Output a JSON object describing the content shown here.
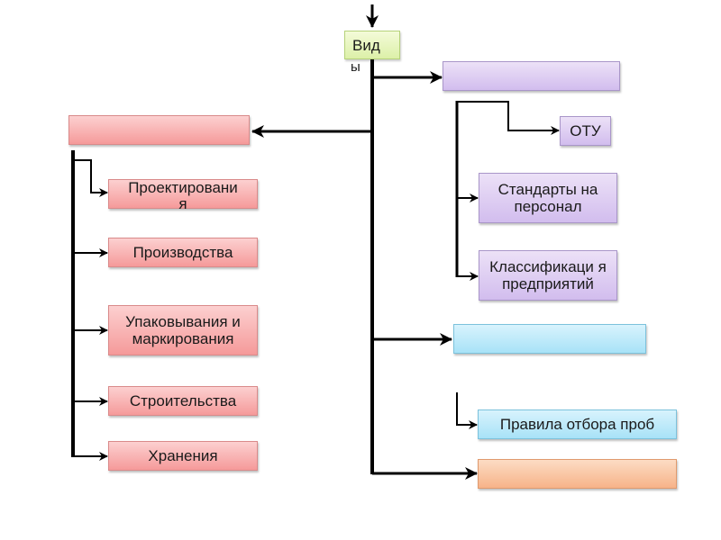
{
  "root": {
    "label_part1": "Вид",
    "label_part2": "ы"
  },
  "branches": {
    "left_header": {
      "label": "",
      "color": "#f5a3a3"
    },
    "left_items": [
      {
        "label_line1": "Проектировани",
        "label_line2": "я"
      },
      {
        "label": "Производства"
      },
      {
        "label": "Упаковывания и маркирования"
      },
      {
        "label": "Строительства"
      },
      {
        "label": "Хранения"
      }
    ],
    "right_top_header": {
      "label": "",
      "color": "#d8c6f0"
    },
    "right_top_items": [
      {
        "label": "ОТУ"
      },
      {
        "label": "Стандарты на персонал"
      },
      {
        "label": "Классификаци я предприятий"
      }
    ],
    "right_mid_header": {
      "label": "",
      "color": "#b6e7f9"
    },
    "right_mid_items": [
      {
        "label": "Правила отбора проб"
      }
    ],
    "right_bottom_header": {
      "label": "",
      "color": "#f9c09a"
    }
  }
}
